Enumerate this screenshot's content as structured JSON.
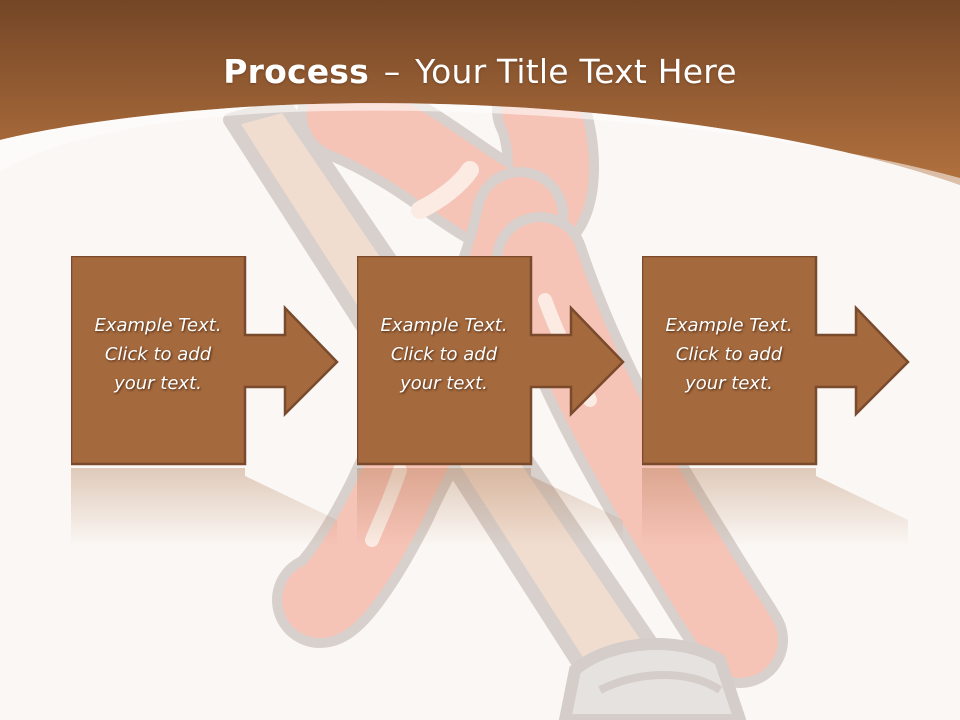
{
  "slide": {
    "title_bold": "Process",
    "title_separator": "–",
    "title_rest": "Your Title Text Here"
  },
  "steps": [
    {
      "line1": "Example Text.",
      "line2": "Click  to add",
      "line3": "your text."
    },
    {
      "line1": "Example Text.",
      "line2": "Click  to add",
      "line3": "your text."
    },
    {
      "line1": "Example Text.",
      "line2": "Click  to add",
      "line3": "your text."
    }
  ],
  "colors": {
    "header_dark": "#7a4a28",
    "header_light": "#b07040",
    "box_fill": "#a4693d",
    "box_border": "#7a4a2c",
    "background": "#fbf7f4",
    "hose_red": "#f0a090",
    "hose_outline": "#c8bcb6"
  }
}
